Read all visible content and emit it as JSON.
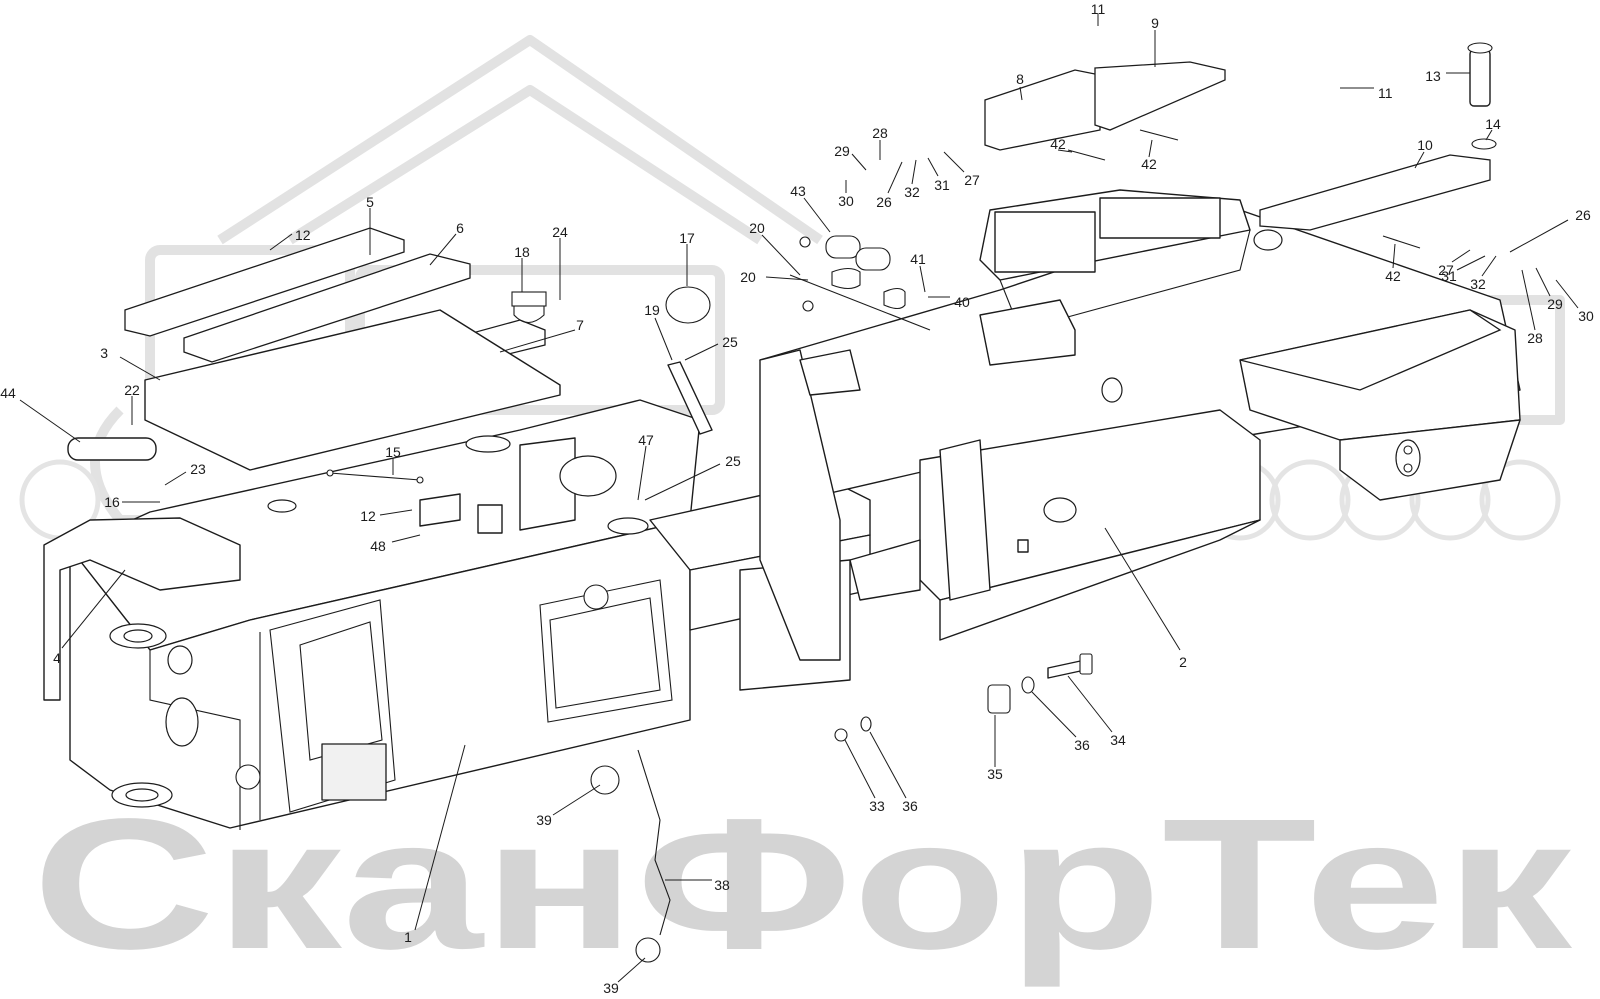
{
  "watermark": {
    "brand_text": "СканФорТек"
  },
  "diagram": {
    "callouts": [
      {
        "id": "c1",
        "label": "1"
      },
      {
        "id": "c2",
        "label": "2"
      },
      {
        "id": "c3",
        "label": "3"
      },
      {
        "id": "c4",
        "label": "4"
      },
      {
        "id": "c5",
        "label": "5"
      },
      {
        "id": "c6",
        "label": "6"
      },
      {
        "id": "c7",
        "label": "7"
      },
      {
        "id": "c8",
        "label": "8"
      },
      {
        "id": "c9",
        "label": "9"
      },
      {
        "id": "c10",
        "label": "10"
      },
      {
        "id": "c11a",
        "label": "11"
      },
      {
        "id": "c11b",
        "label": "11"
      },
      {
        "id": "c12a",
        "label": "12"
      },
      {
        "id": "c12b",
        "label": "12"
      },
      {
        "id": "c13",
        "label": "13"
      },
      {
        "id": "c14",
        "label": "14"
      },
      {
        "id": "c15",
        "label": "15"
      },
      {
        "id": "c16",
        "label": "16"
      },
      {
        "id": "c17",
        "label": "17"
      },
      {
        "id": "c18",
        "label": "18"
      },
      {
        "id": "c19",
        "label": "19"
      },
      {
        "id": "c20a",
        "label": "20"
      },
      {
        "id": "c20b",
        "label": "20"
      },
      {
        "id": "c22",
        "label": "22"
      },
      {
        "id": "c23",
        "label": "23"
      },
      {
        "id": "c24",
        "label": "24"
      },
      {
        "id": "c25a",
        "label": "25"
      },
      {
        "id": "c25b",
        "label": "25"
      },
      {
        "id": "c26a",
        "label": "26"
      },
      {
        "id": "c26b",
        "label": "26"
      },
      {
        "id": "c27a",
        "label": "27"
      },
      {
        "id": "c27b",
        "label": "27"
      },
      {
        "id": "c28a",
        "label": "28"
      },
      {
        "id": "c28b",
        "label": "28"
      },
      {
        "id": "c29a",
        "label": "29"
      },
      {
        "id": "c29b",
        "label": "29"
      },
      {
        "id": "c30a",
        "label": "30"
      },
      {
        "id": "c30b",
        "label": "30"
      },
      {
        "id": "c31a",
        "label": "31"
      },
      {
        "id": "c31b",
        "label": "31"
      },
      {
        "id": "c32a",
        "label": "32"
      },
      {
        "id": "c32b",
        "label": "32"
      },
      {
        "id": "c33",
        "label": "33"
      },
      {
        "id": "c34",
        "label": "34"
      },
      {
        "id": "c35",
        "label": "35"
      },
      {
        "id": "c36a",
        "label": "36"
      },
      {
        "id": "c36b",
        "label": "36"
      },
      {
        "id": "c38",
        "label": "38"
      },
      {
        "id": "c39a",
        "label": "39"
      },
      {
        "id": "c39b",
        "label": "39"
      },
      {
        "id": "c40",
        "label": "40"
      },
      {
        "id": "c41",
        "label": "41"
      },
      {
        "id": "c42a",
        "label": "42"
      },
      {
        "id": "c42b",
        "label": "42"
      },
      {
        "id": "c42c",
        "label": "42"
      },
      {
        "id": "c43",
        "label": "43"
      },
      {
        "id": "c44",
        "label": "44"
      },
      {
        "id": "c47",
        "label": "47"
      },
      {
        "id": "c48",
        "label": "48"
      }
    ]
  }
}
